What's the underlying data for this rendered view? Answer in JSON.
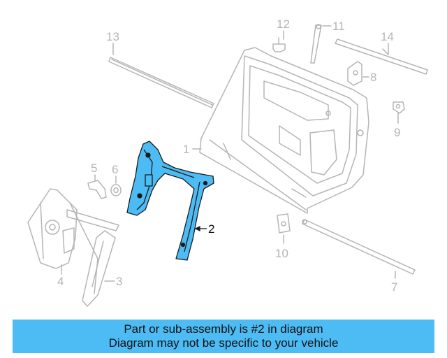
{
  "diagram": {
    "callouts": [
      {
        "id": "1",
        "label": "1"
      },
      {
        "id": "2",
        "label": "2"
      },
      {
        "id": "3",
        "label": "3"
      },
      {
        "id": "4",
        "label": "4"
      },
      {
        "id": "5",
        "label": "5"
      },
      {
        "id": "6",
        "label": "6"
      },
      {
        "id": "7",
        "label": "7"
      },
      {
        "id": "8",
        "label": "8"
      },
      {
        "id": "9",
        "label": "9"
      },
      {
        "id": "10",
        "label": "10"
      },
      {
        "id": "11",
        "label": "11"
      },
      {
        "id": "12",
        "label": "12"
      },
      {
        "id": "13",
        "label": "13"
      },
      {
        "id": "14",
        "label": "14"
      }
    ],
    "highlighted_part": "2",
    "colors": {
      "highlight": "#4dbcf4",
      "outline": "#b5b5b5",
      "highlight_stroke": "#1a1a1a"
    }
  },
  "banner": {
    "line1": "Part or sub-assembly is #2 in diagram",
    "line2": "Diagram may not be specific to your vehicle"
  }
}
